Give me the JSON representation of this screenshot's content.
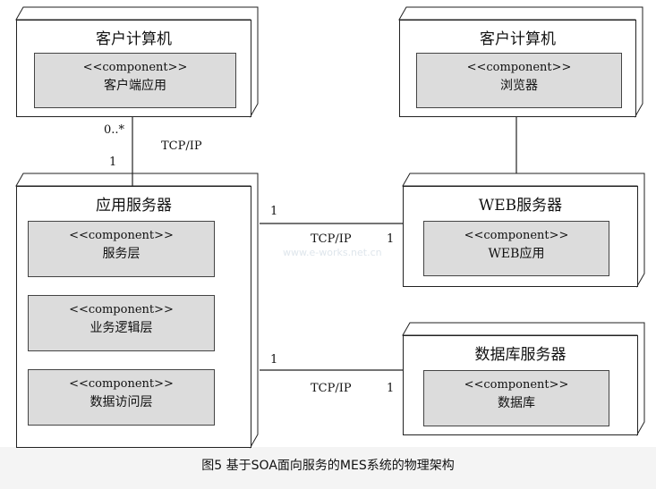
{
  "nodes": {
    "client1": {
      "title": "客户计算机",
      "component": {
        "stereotype": "<<component>>",
        "name": "客户端应用"
      }
    },
    "client2": {
      "title": "客户计算机",
      "component": {
        "stereotype": "<<component>>",
        "name": "浏览器"
      }
    },
    "app_server": {
      "title": "应用服务器",
      "components": [
        {
          "stereotype": "<<component>>",
          "name": "服务层"
        },
        {
          "stereotype": "<<component>>",
          "name": "业务逻辑层"
        },
        {
          "stereotype": "<<component>>",
          "name": "数据访问层"
        }
      ]
    },
    "web_server": {
      "title": "WEB服务器",
      "component": {
        "stereotype": "<<component>>",
        "name": "WEB应用"
      }
    },
    "db_server": {
      "title": "数据库服务器",
      "component": {
        "stereotype": "<<component>>",
        "name": "数据库"
      }
    }
  },
  "links": {
    "client_app": {
      "protocol": "TCP/IP",
      "mult_top": "0..*",
      "mult_bottom": "1"
    },
    "app_web": {
      "protocol": "TCP/IP",
      "mult_left": "1",
      "mult_right": "1"
    },
    "app_db": {
      "protocol": "TCP/IP",
      "mult_left": "1",
      "mult_right": "1"
    }
  },
  "watermark": "www.e-works.net.cn",
  "caption": "图5 基于SOA面向服务的MES系统的物理架构"
}
